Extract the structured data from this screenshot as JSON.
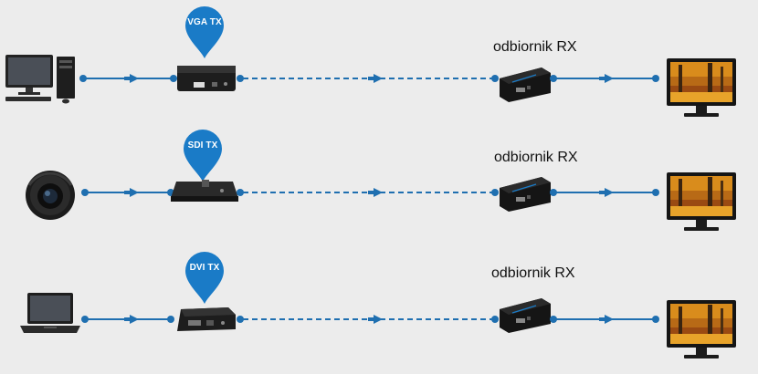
{
  "colors": {
    "line": "#1f6fb0",
    "pin": "#1a7bc7",
    "background": "#ececec"
  },
  "rows": [
    {
      "source_icon": "desktop-computer-icon",
      "tx_label": "VGA TX",
      "rx_label": "odbiornik RX",
      "display_icon": "monitor-icon"
    },
    {
      "source_icon": "dome-camera-icon",
      "tx_label": "SDI TX",
      "rx_label": "odbiornik RX",
      "display_icon": "monitor-icon"
    },
    {
      "source_icon": "laptop-icon",
      "tx_label": "DVI TX",
      "rx_label": "odbiornik RX",
      "display_icon": "monitor-icon"
    }
  ]
}
